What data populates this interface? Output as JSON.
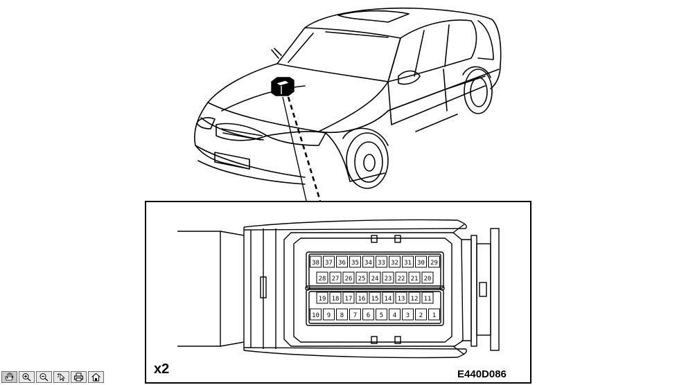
{
  "diagram": {
    "quantity_label": "x2",
    "reference_code": "E440D086",
    "connector": {
      "rows": [
        [
          "38",
          "37",
          "36",
          "35",
          "34",
          "33",
          "32",
          "31",
          "30",
          "29"
        ],
        [
          "28",
          "27",
          "26",
          "25",
          "24",
          "23",
          "22",
          "21",
          "20"
        ],
        [
          "19",
          "18",
          "17",
          "16",
          "15",
          "14",
          "13",
          "12",
          "11"
        ],
        [
          "10",
          "9",
          "8",
          "7",
          "6",
          "5",
          "4",
          "3",
          "2",
          "1"
        ]
      ]
    }
  },
  "toolbar": {
    "buttons": [
      {
        "name": "pan-tool-button",
        "icon": "hand-icon"
      },
      {
        "name": "zoom-in-button",
        "icon": "zoom-in-icon"
      },
      {
        "name": "zoom-out-button",
        "icon": "zoom-out-icon"
      },
      {
        "name": "select-tool-button",
        "icon": "cursor-icon"
      },
      {
        "name": "print-button",
        "icon": "printer-icon"
      },
      {
        "name": "home-button",
        "icon": "home-icon"
      }
    ]
  }
}
